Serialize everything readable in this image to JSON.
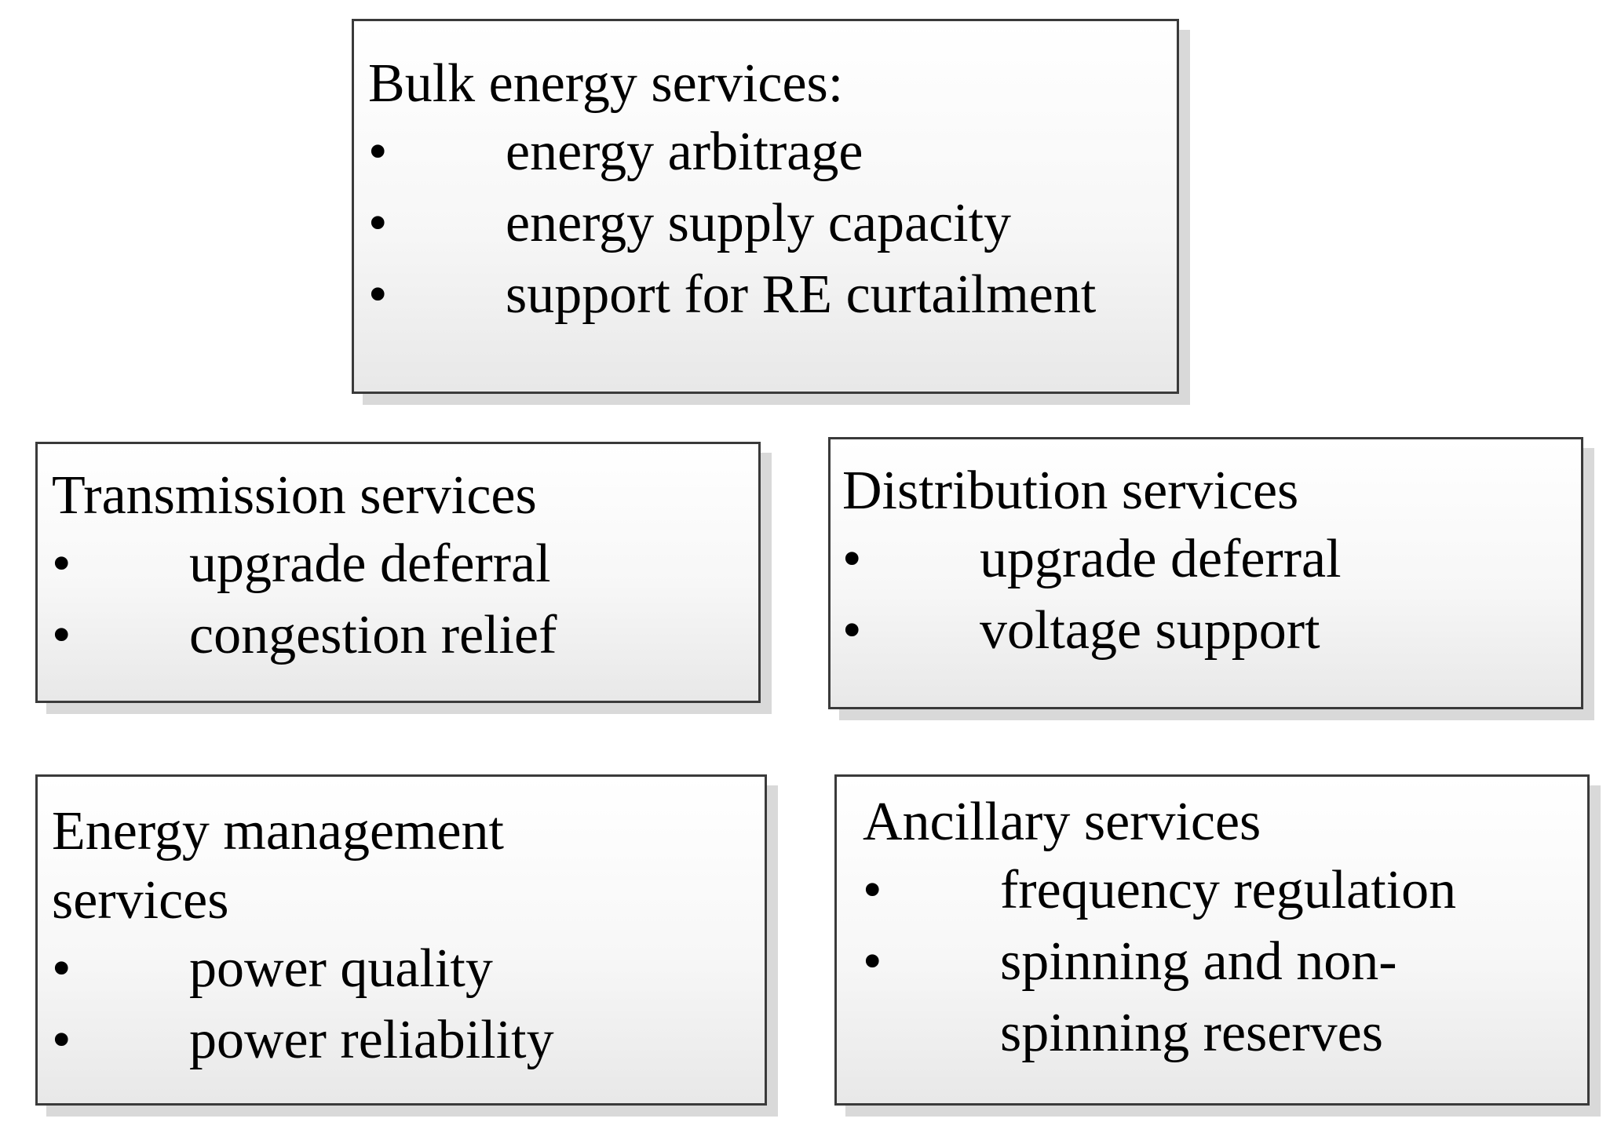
{
  "bulk": {
    "title": "Bulk energy services:",
    "bullet_symbol": "•",
    "items": [
      "energy arbitrage",
      "energy supply capacity",
      "support for RE curtailment"
    ]
  },
  "transmission": {
    "title": "Transmission services",
    "bullet_symbol": "•",
    "items": [
      "upgrade deferral",
      "congestion relief"
    ]
  },
  "distribution": {
    "title": "Distribution services",
    "bullet_symbol": "•",
    "items": [
      "upgrade deferral",
      "voltage support"
    ]
  },
  "energy_management": {
    "title_line1": "Energy management",
    "title_line2": "services",
    "bullet_symbol": "•",
    "items": [
      "power quality",
      "power reliability"
    ]
  },
  "ancillary": {
    "title": "Ancillary services",
    "bullet_symbol": "•",
    "items": [
      "frequency regulation",
      "spinning and non-",
      "spinning reserves"
    ]
  }
}
